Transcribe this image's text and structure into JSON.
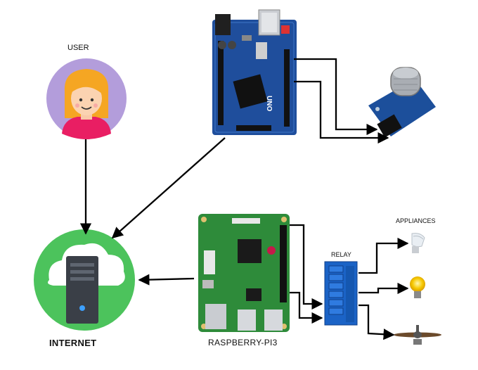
{
  "labels": {
    "user": "USER",
    "internet": "INTERNET",
    "raspberry": "RASPBERRY-PI3",
    "relay": "RELAY",
    "appliances": "APPLIANCES"
  },
  "board_text": {
    "uno": "UNO"
  },
  "colors": {
    "arduino": "#1f4e9c",
    "raspberry": "#2e8b3a",
    "relay": "#1b63c6",
    "user_circle": "#b39ddb",
    "internet_circle": "#4cc35c",
    "sensor": "#1c4f9b",
    "arrow": "#000000"
  },
  "icons": {
    "user": "user-avatar-icon",
    "internet": "cloud-server-icon",
    "sensor": "gas-sensor-icon",
    "cfl": "cfl-bulb-icon",
    "bulb": "light-bulb-icon",
    "fan": "ceiling-fan-icon"
  }
}
